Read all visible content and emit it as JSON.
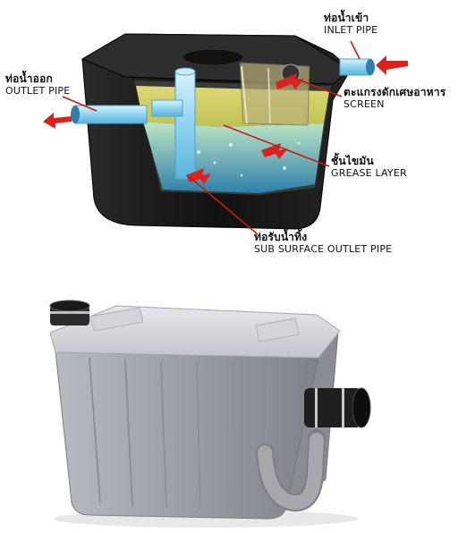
{
  "labels": {
    "inlet": {
      "thai": "ท่อน้ำเข้า",
      "english": "INLET PIPE"
    },
    "outlet": {
      "thai": "ท่อน้ำออก",
      "english": "OUTLET PIPE"
    },
    "screen": {
      "thai": "ตะแกรงดักเศษอาหาร",
      "english": "SCREEN"
    },
    "grease": {
      "thai": "ชั้นไขมัน",
      "english": "GREASE LAYER"
    },
    "sub_outlet": {
      "thai": "ท่อรับน้ำทิ้ง",
      "english": "SUB SURFACE OUTLET PIPE"
    }
  },
  "colors": {
    "tank_body": "#1c1c1c",
    "grease_layer": "#d8d36a",
    "water": "#3f8fb8",
    "pipe": "#8fd3f0",
    "flow_arrow": "#d8231c",
    "photo_tank": "#9ea0a8"
  }
}
